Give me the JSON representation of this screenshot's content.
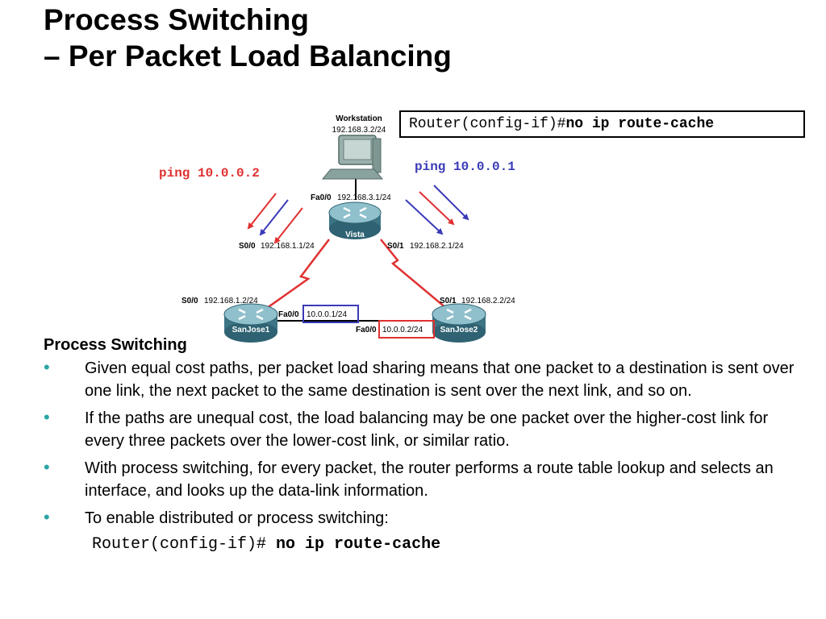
{
  "title": {
    "line1": "Process Switching",
    "line2": "– Per Packet Load Balancing"
  },
  "command_box": {
    "prompt": "Router(config-if)#",
    "command": "no ip route-cache"
  },
  "diagram": {
    "workstation": {
      "name": "Workstation",
      "ip": "192.168.3.2/24"
    },
    "vista": {
      "name": "Vista",
      "fa0_label": "Fa0/0",
      "fa0_ip": "192.168.3.1/24",
      "s00_label": "S0/0",
      "s00_ip": "192.168.1.1/24",
      "s01_label": "S0/1",
      "s01_ip": "192.168.2.1/24"
    },
    "sanjose1": {
      "name": "SanJose1",
      "s00_label": "S0/0",
      "s00_ip": "192.168.1.2/24",
      "fa0_label": "Fa0/0",
      "fa0_ip": "10.0.0.1/24"
    },
    "sanjose2": {
      "name": "SanJose2",
      "s01_label": "S0/1",
      "s01_ip": "192.168.2.2/24",
      "fa0_label": "Fa0/0",
      "fa0_ip": "10.0.0.2/24"
    },
    "ping_left": "ping 10.0.0.2",
    "ping_right": "ping 10.0.0.1",
    "colors": {
      "red": "#e03030",
      "blue": "#3a3ab8",
      "router": "#4f8a9a"
    }
  },
  "content": {
    "heading": "Process Switching",
    "bullets": [
      "Given equal cost paths, per packet load sharing means that one packet to a destination is sent over one link, the next packet to the same destination is sent over the next link, and so on.",
      "If the paths are unequal cost, the load balancing may be one packet over the higher-cost link for every three packets over the lower-cost link, or similar ratio.",
      "With process switching, for every packet, the router performs a route table lookup and selects an interface, and looks up the data-link information.",
      "To enable distributed or process switching:"
    ],
    "cmd_prompt": "Router(config-if)# ",
    "cmd_command": "no ip route-cache"
  }
}
